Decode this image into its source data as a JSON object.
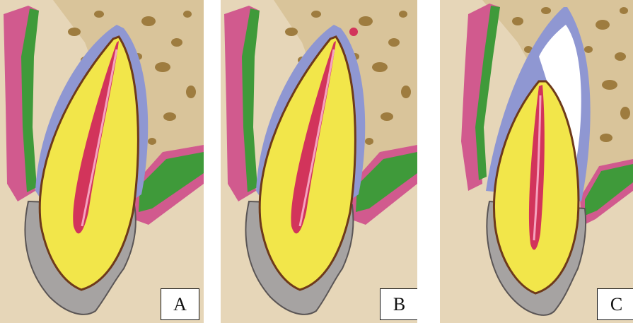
{
  "figure": {
    "panels": [
      {
        "id": "A",
        "label": "A",
        "state": "intact"
      },
      {
        "id": "B",
        "label": "B",
        "state": "intact"
      },
      {
        "id": "C",
        "label": "C",
        "state": "gap"
      }
    ]
  },
  "colors": {
    "background": "#e6d6b8",
    "bone_spot": "#9e7c3f",
    "gingiva_pink": "#d15a8e",
    "gingiva_green": "#3f9a3a",
    "ligament_blue": "#8f97d2",
    "enamel_gray": "#9a9898",
    "dentin_yellow": "#f2e64a",
    "pulp_red": "#d2345b",
    "outline_brown": "#6e3a1a",
    "gap_white": "#ffffff"
  }
}
